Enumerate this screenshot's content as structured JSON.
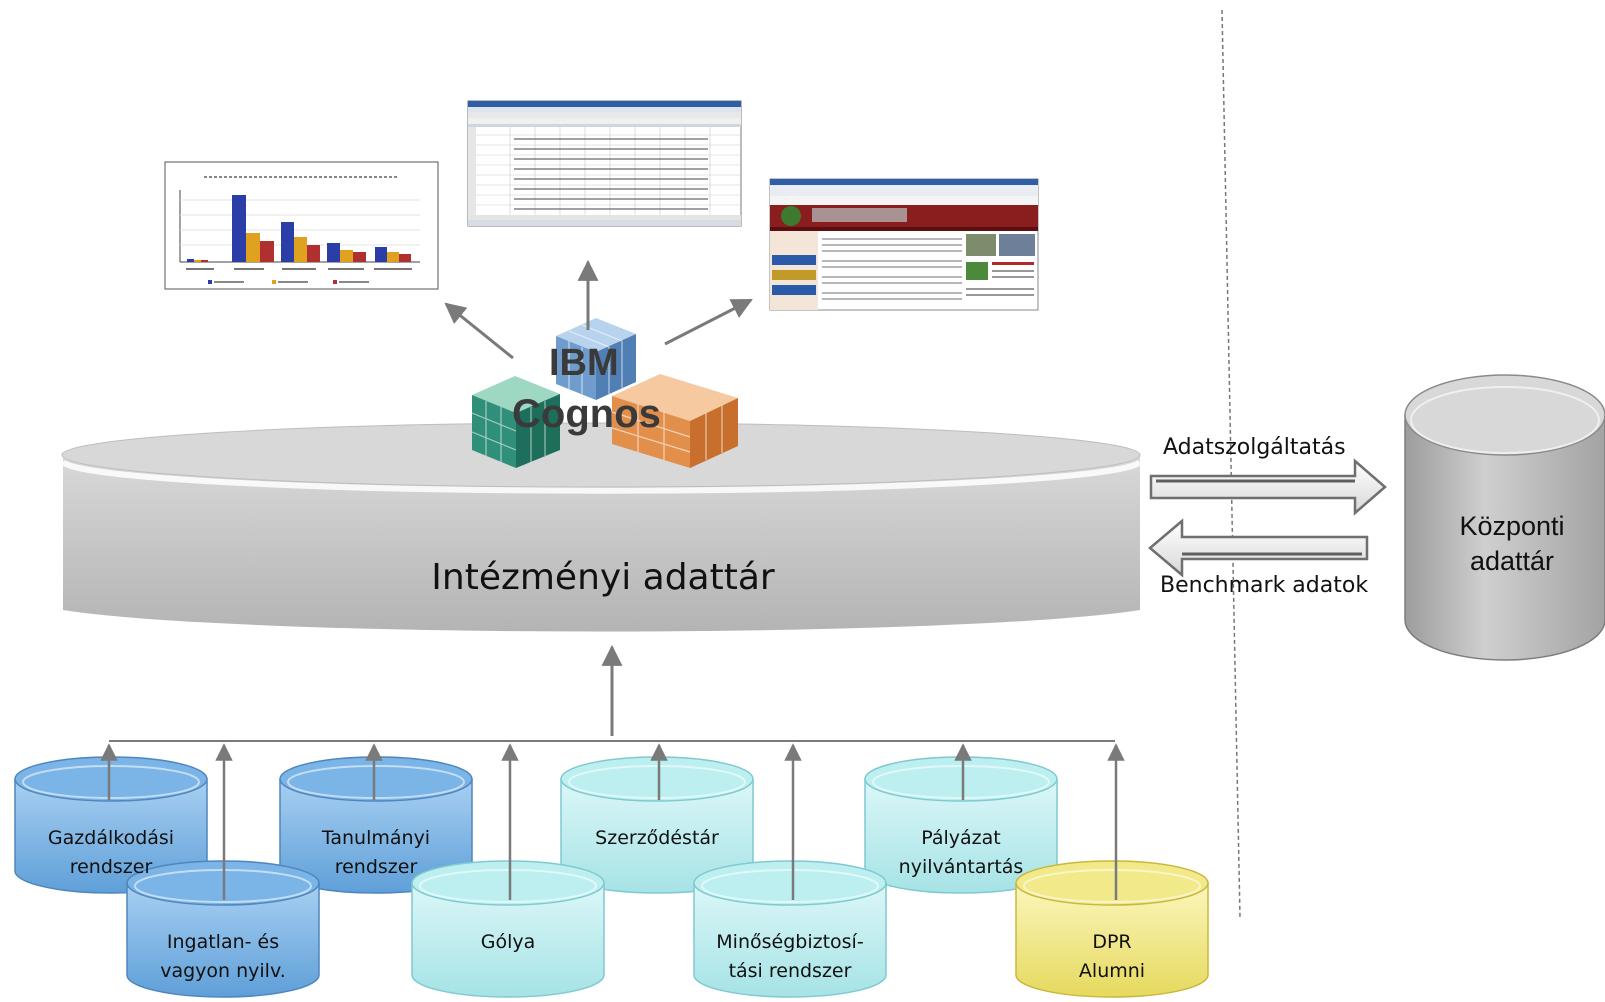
{
  "central_store": {
    "label": "Intézményi adattár"
  },
  "product": {
    "line1": "IBM",
    "line2": "Cognos"
  },
  "outputs": [
    {
      "name": "bar-chart-report"
    },
    {
      "name": "spreadsheet-report"
    },
    {
      "name": "web-portal-report"
    }
  ],
  "exchange": {
    "service_label": "Adatszolgáltatás",
    "benchmark_label": "Benchmark adatok"
  },
  "national": {
    "label_line1": "Központi",
    "label_line2": "adattár"
  },
  "sources": [
    {
      "line1": "Gazdálkodási",
      "line2": "rendszer",
      "color": "#7bb4e6"
    },
    {
      "line1": "Tanulmányi",
      "line2": "rendszer",
      "color": "#7bb4e6"
    },
    {
      "line1": "Szerződéstár",
      "line2": "",
      "color": "#bdeff0"
    },
    {
      "line1": "Pályázat",
      "line2": "nyilvántartás",
      "color": "#bdeff0"
    },
    {
      "line1": "Ingatlan- és",
      "line2": "vagyon nyilv.",
      "color": "#7bb4e6"
    },
    {
      "line1": "Gólya",
      "line2": "",
      "color": "#bdeff0"
    },
    {
      "line1": "Minőségbiztosí-",
      "line2": "tási rendszer",
      "color": "#bdeff0"
    },
    {
      "line1": "DPR",
      "line2": "Alumni",
      "color": "#f2e98a"
    }
  ],
  "colors": {
    "arrow": "#7a7a7a",
    "store": "#c4c4c4",
    "national": "#bdbdbd",
    "dark_blue": "#7bb4e6",
    "light_cyan": "#bdeff0",
    "yellow": "#f2e98a"
  }
}
